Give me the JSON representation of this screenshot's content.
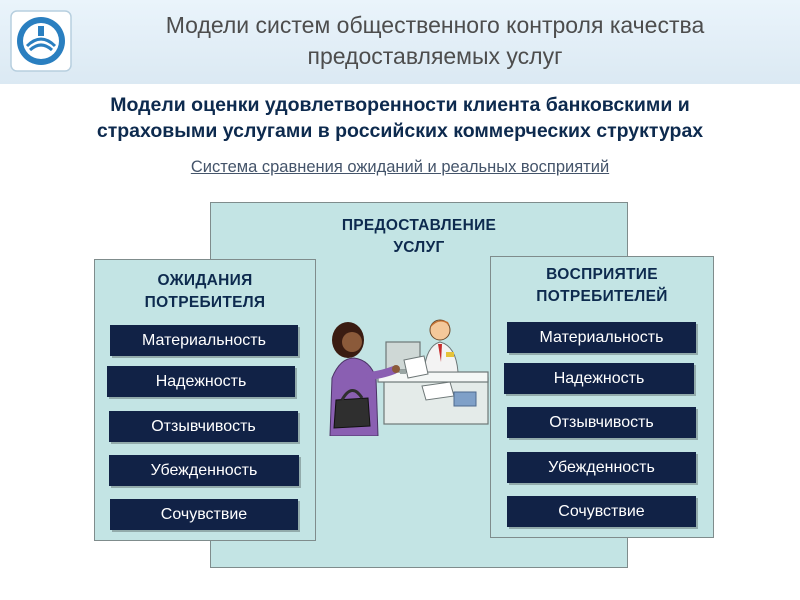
{
  "header": {
    "title_line1": "Модели систем общественного контроля качества",
    "title_line2": "предоставляемых  услуг"
  },
  "subtitle": {
    "line1": "Модели оценки удовлетворенности клиента банковскими и",
    "line2": "страховыми услугами в российских коммерческих структурах"
  },
  "system_link": "Система сравнения ожиданий и реальных восприятий",
  "center_panel": {
    "title_line1": "ПРЕДОСТАВЛЕНИЕ",
    "title_line2": "УСЛУГ"
  },
  "left_panel": {
    "title_line1": "ОЖИДАНИЯ",
    "title_line2": "ПОТРЕБИТЕЛЯ",
    "items": [
      "Материальность",
      "Надежность",
      "Отзывчивость",
      "Убежденность",
      "Сочувствие"
    ]
  },
  "right_panel": {
    "title_line1": "ВОСПРИЯТИЕ",
    "title_line2": "ПОТРЕБИТЕЛЕЙ",
    "items": [
      "Материальность",
      "Надежность",
      "Отзывчивость",
      "Убежденность",
      "Сочувствие"
    ]
  },
  "colors": {
    "panel_fill": "#c3e4e4",
    "pill_fill": "#112246",
    "title_text": "#0d2a4e"
  }
}
